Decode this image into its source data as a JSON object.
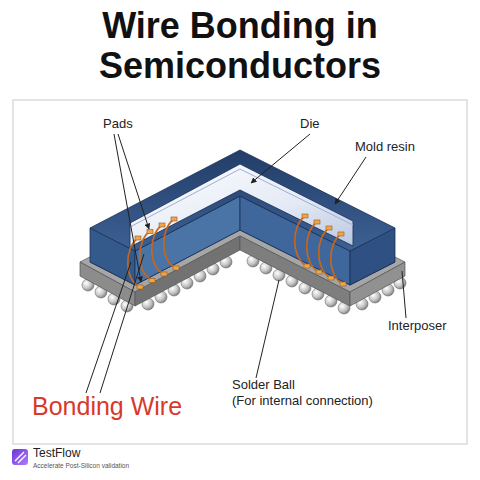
{
  "diagram": {
    "title": "Wire Bonding in Semiconductors",
    "labels": [
      "Pads",
      "Die",
      "Mold resin",
      "Interposer",
      "Solder Ball",
      "(For internal connection)",
      "Bonding Wire",
      "TestFlow",
      "Accelerate Post-Silicon validation"
    ]
  }
}
